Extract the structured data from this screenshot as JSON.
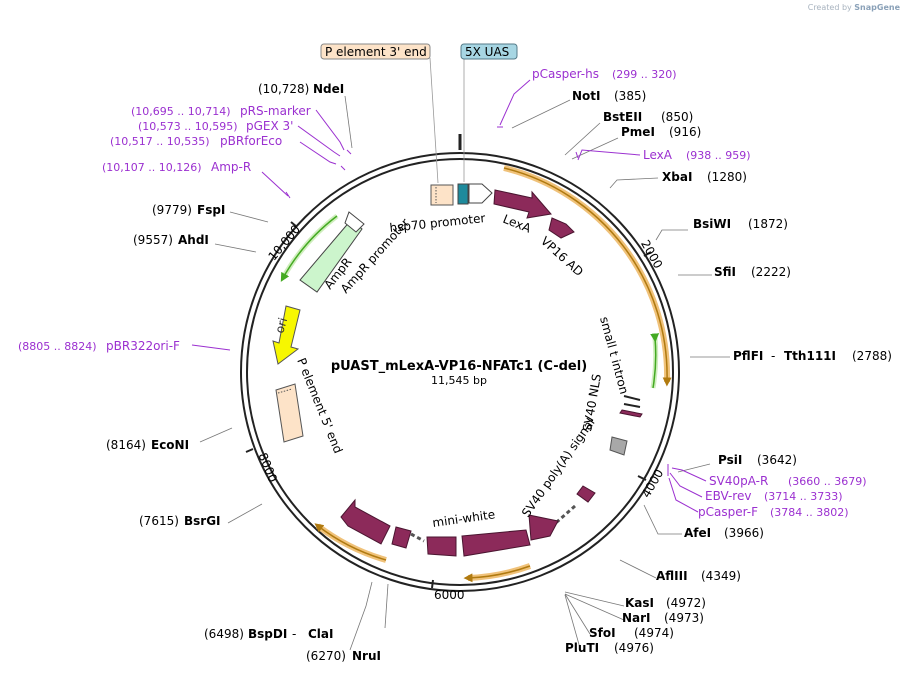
{
  "credit": {
    "prefix": "Created by",
    "brand": "SnapGene"
  },
  "plasmid": {
    "name": "pUAST_mLexA-VP16-NFATc1 (C-del)",
    "length": "11,545 bp"
  },
  "ticks": [
    "2000",
    "4000",
    "6000",
    "8000",
    "10,000"
  ],
  "boxed_labels": [
    {
      "text": "P element 3' end",
      "fill": "#fde3c8",
      "stroke": "#888888"
    },
    {
      "text": "5X UAS",
      "fill": "#a7d6e3",
      "stroke": "#557b88"
    }
  ],
  "enzymes": [
    {
      "name": "NdeI",
      "pos": "(10,728)"
    },
    {
      "name": "NotI",
      "pos": "(385)"
    },
    {
      "name": "BstEII",
      "pos": "(850)"
    },
    {
      "name": "PmeI",
      "pos": "(916)"
    },
    {
      "name": "XbaI",
      "pos": "(1280)"
    },
    {
      "name": "BsiWI",
      "pos": "(1872)"
    },
    {
      "name": "SfiI",
      "pos": "(2222)"
    },
    {
      "name": "PflFI",
      "sep": " - ",
      "name2": "Tth111I",
      "pos": "(2788)"
    },
    {
      "name": "PsiI",
      "pos": "(3642)"
    },
    {
      "name": "AfeI",
      "pos": "(3966)"
    },
    {
      "name": "AflIII",
      "pos": "(4349)"
    },
    {
      "name": "KasI",
      "pos": "(4972)"
    },
    {
      "name": "NarI",
      "pos": "(4973)"
    },
    {
      "name": "SfoI",
      "pos": "(4974)"
    },
    {
      "name": "PluTI",
      "pos": "(4976)"
    },
    {
      "name": "BspDI",
      "sep": " - ",
      "name2": "ClaI",
      "pos": "(6498)"
    },
    {
      "name": "NruI",
      "pos": "(6270)"
    },
    {
      "name": "BsrGI",
      "pos": "(7615)"
    },
    {
      "name": "EcoNI",
      "pos": "(8164)"
    },
    {
      "name": "AhdI",
      "pos": "(9557)"
    },
    {
      "name": "FspI",
      "pos": "(9779)"
    }
  ],
  "primers": [
    {
      "name": "pCasper-hs",
      "range": "(299 .. 320)"
    },
    {
      "name": "LexA",
      "range": "(938 .. 959)"
    },
    {
      "name": "SV40pA-R",
      "range": "(3660 .. 3679)"
    },
    {
      "name": "EBV-rev",
      "range": "(3714 .. 3733)"
    },
    {
      "name": "pCasper-F",
      "range": "(3784 .. 3802)"
    },
    {
      "name": "pBR322ori-F",
      "range": "(8805 .. 8824)"
    },
    {
      "name": "Amp-R",
      "range": "(10,107 .. 10,126)"
    },
    {
      "name": "pBRforEco",
      "range": "(10,517 .. 10,535)"
    },
    {
      "name": "pGEX 3'",
      "range": "(10,573 .. 10,595)"
    },
    {
      "name": "pRS-marker",
      "range": "(10,695 .. 10,714)"
    }
  ],
  "features": [
    "hsp70 promoter",
    "LexA",
    "VP16 AD",
    "AmpR",
    "AmpR promoter",
    "ori",
    "P element 5' end",
    "small t intron",
    "SV40 NLS",
    "SV40 poly(A) signal",
    "mini-white"
  ],
  "colors": {
    "primer": "#9b30d0",
    "feature_main": "#8c2a5a",
    "ampr_fill": "#ccf5cc",
    "ori_fill": "#f7f700",
    "pelement_fill": "#fde3c8",
    "uas_fill": "#1e8a9c",
    "orf_highlight": "#f0c27a",
    "orf_arrow": "#b07a10",
    "green_arrow": "#44aa22",
    "gray_box": "#a8a8a8"
  }
}
